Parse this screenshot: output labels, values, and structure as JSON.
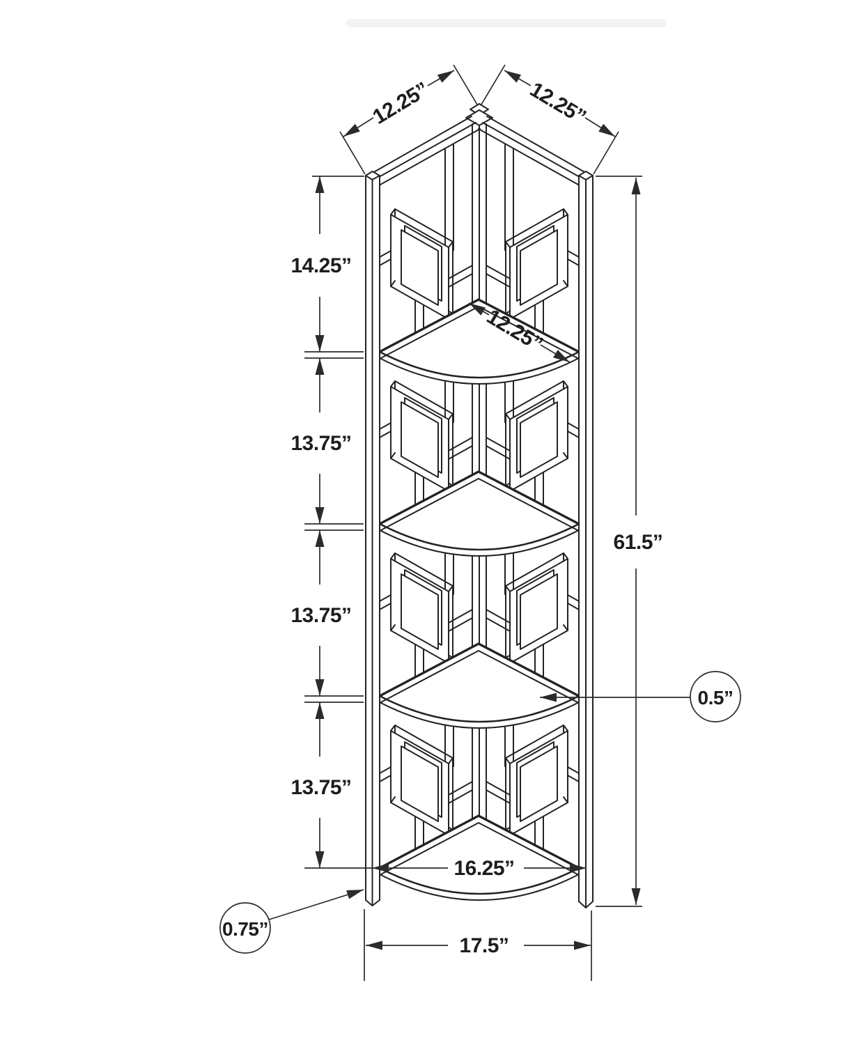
{
  "figure": {
    "kind": "corner-bookcase-dimension-diagram",
    "background": "#ffffff",
    "line_color": "#232323",
    "text_color": "#1d1d1f"
  },
  "labels": {
    "top_left_width": "12.25”",
    "top_right_width": "12.25”",
    "shelf_depth": "12.25”",
    "top_section_height": "14.25”",
    "section2_height": "13.75”",
    "section3_height": "13.75”",
    "section4_height": "13.75”",
    "overall_height": "61.5”",
    "base_inner_width": "16.25”",
    "base_outer_width": "17.5”",
    "shelf_thickness": "0.5”",
    "leg_width": "0.75”"
  }
}
